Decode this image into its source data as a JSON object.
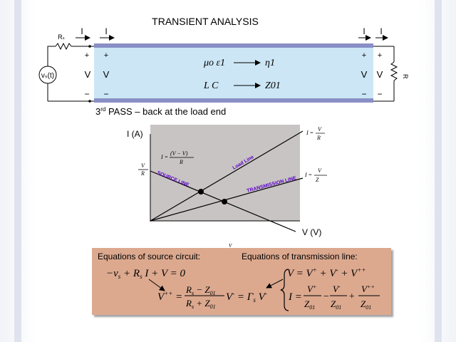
{
  "title": "TRANSIENT ANALYSIS",
  "circuit": {
    "rs_label": "Rₛ",
    "source_label": "vₛ(t)",
    "rl_label": "R",
    "current_labels": [
      "I",
      "I",
      "I",
      "I"
    ],
    "voltage_labels": [
      "V",
      "V",
      "V",
      "V"
    ],
    "plus_signs": [
      "+",
      "+",
      "+",
      "+"
    ],
    "minus_signs": [
      "−",
      "−",
      "−",
      "−"
    ],
    "line_props_top": "μo ε1",
    "line_props_top_result": "η1",
    "line_props_bottom": "L  C",
    "line_props_bottom_result": "Z01"
  },
  "pass_label": {
    "prefix": "3",
    "sup": "rd",
    "text": " PASS – back at the load end"
  },
  "graph": {
    "ylabel": "I (A)",
    "xlabel": "V (V)",
    "source_line_label": "SOURCE LINE",
    "load_line_label": "Load Line",
    "tl_line_label": "TRANSMISSION LINE",
    "yint_num": "V",
    "yint_den": "R",
    "src_eq_lhs": "I =",
    "src_eq_num": "(V  − V)",
    "src_eq_den": "R",
    "load_eq_lhs": "I =",
    "load_eq_num": "V",
    "load_eq_den": "R",
    "tl_eq_lhs": "I =",
    "tl_eq_num": "V",
    "tl_eq_den": "Z",
    "xint_label": "V",
    "colors": {
      "plot_bg": "#c9c4c4",
      "line_label": "#5a00c8"
    }
  },
  "equations": {
    "source_heading": "Equations of source circuit:",
    "tl_heading": "Equations of transmission line:",
    "kvl": "−vs + Rs I + V = 0",
    "reflection": "V++ = (Rs − Z01)/(Rs + Z01) V- = Γs V-",
    "tl_v": "V = V+ + V- + V++",
    "tl_i": "I = V+/Z01 − V-/Z01 + V++/Z01",
    "colors": {
      "box_bg": "#dca98f"
    }
  }
}
